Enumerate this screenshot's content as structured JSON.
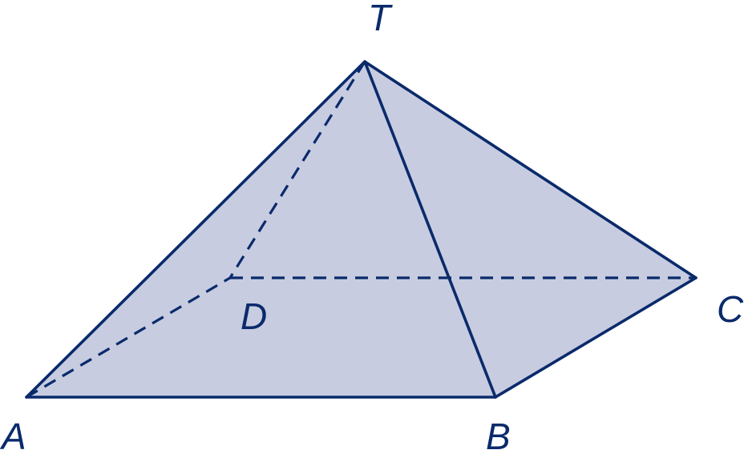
{
  "figure": {
    "labels": {
      "apex": "T",
      "a": "A",
      "b": "B",
      "c": "C",
      "d": "D"
    },
    "colors": {
      "stroke": "#0a2a6b",
      "fill": "#c7cce0",
      "background": "#ffffff"
    },
    "edges": {
      "visible": [
        "TA",
        "TB",
        "TC",
        "AB",
        "BC"
      ],
      "hidden_dashed": [
        "TD",
        "AD",
        "DC"
      ]
    }
  }
}
